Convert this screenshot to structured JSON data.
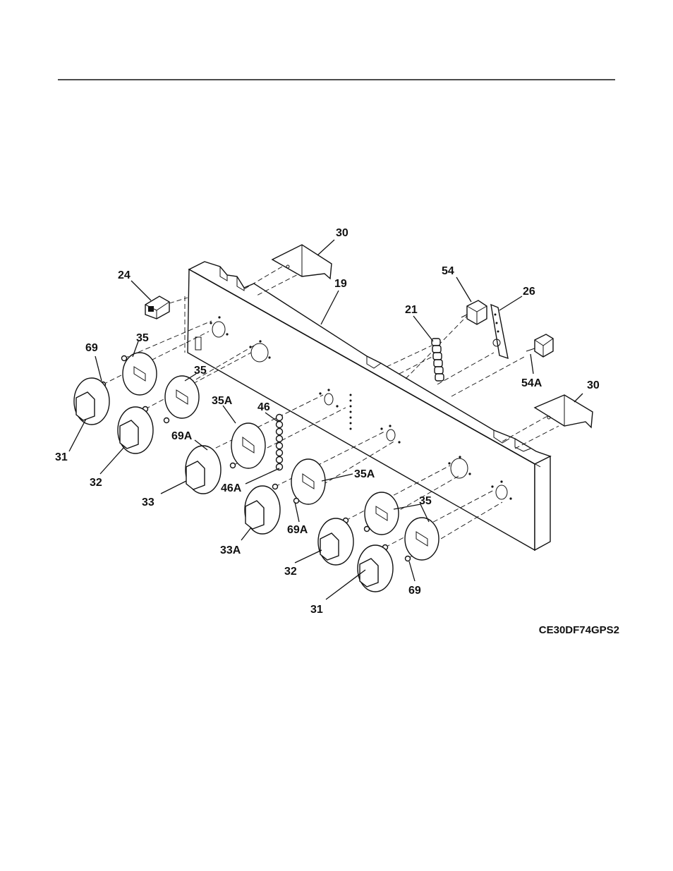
{
  "diagram_code": "CE30DF74GPS2",
  "labels": {
    "l30a": "30",
    "l24": "24",
    "l19": "19",
    "l54": "54",
    "l26": "26",
    "l21": "21",
    "l69a": "69",
    "l35a": "35",
    "l35b": "35",
    "l35Aa": "35A",
    "l46": "46",
    "l54A": "54A",
    "l30b": "30",
    "l69Aa": "69A",
    "l31a": "31",
    "l32a": "32",
    "l46A": "46A",
    "l35Ab": "35A",
    "l33": "33",
    "l35c": "35",
    "l69Ab": "69A",
    "l33A": "33A",
    "l32b": "32",
    "l31b": "31",
    "l69b": "69"
  }
}
